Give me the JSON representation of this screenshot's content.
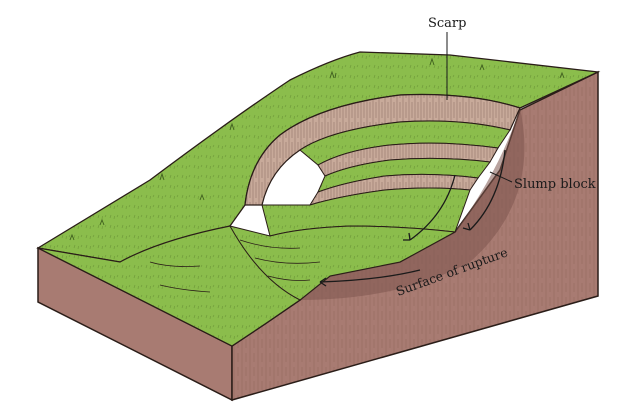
{
  "labels": {
    "scarp": "Scarp",
    "slump_block": "Slump block",
    "surface_of_rupture": "Surface of rupture"
  },
  "colors": {
    "grass": "#8bbd4c",
    "grass_dark": "#6f9a3a",
    "soil_front": "#a87b72",
    "soil_side": "#9a6d66",
    "soil_dark": "#7d564f",
    "scarp_face": "#c8aa9a",
    "outline": "#2a1d18"
  }
}
